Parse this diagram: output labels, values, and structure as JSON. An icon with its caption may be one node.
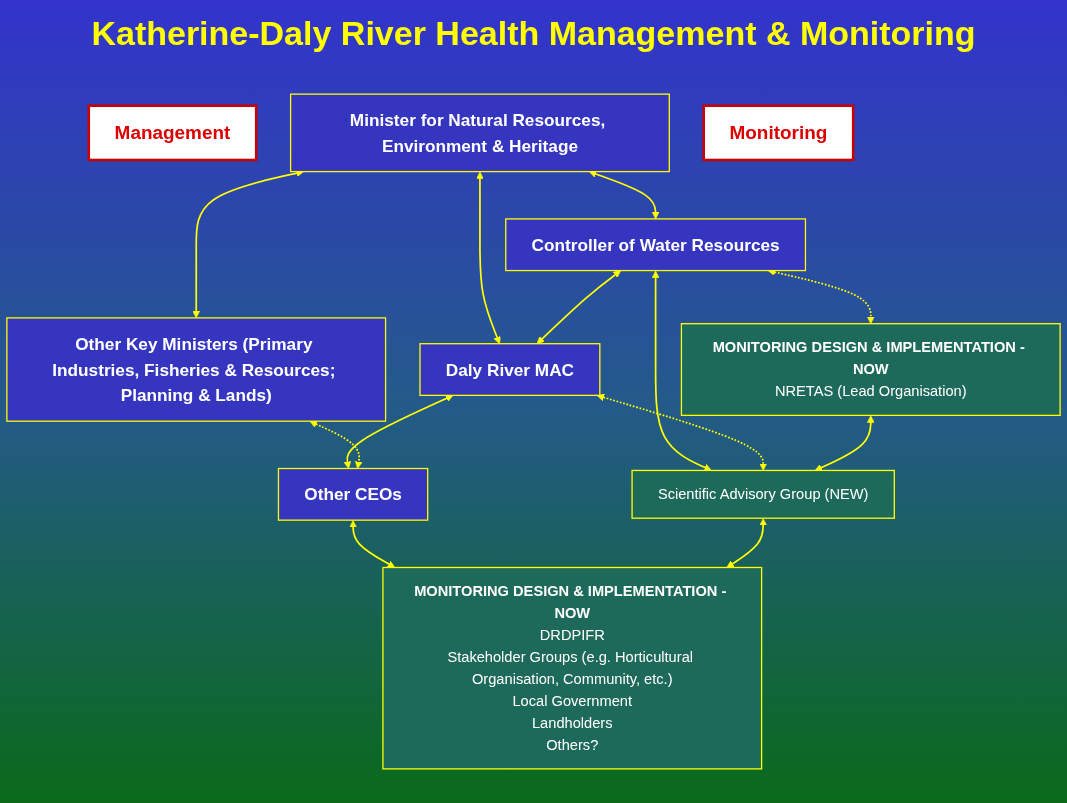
{
  "diagram": {
    "title": "Katherine-Daly River Health Management & Monitoring",
    "nodes": [
      {
        "text": [
          "Management"
        ]
      },
      {
        "text": [
          "Minister for Natural Resources, Environment & Heritage"
        ]
      },
      {
        "text": [
          "Other Key Ministers (Primary Industries, Fisheries & Resources; Planning & Lands)"
        ]
      },
      {
        "text": [
          "Controller of Water Resources"
        ]
      },
      {
        "text": [
          "Daly River MAC"
        ]
      },
      {
        "text": [
          "Other CEOs"
        ]
      },
      {
        "text": [
          "Monitoring"
        ]
      },
      {
        "text": [
          "MONITORING DESIGN & IMPLEMENTATION - NOW",
          "NRETAS (Lead Organisation)"
        ]
      },
      {
        "text": [
          "Scientific Advisory Group (NEW)"
        ]
      },
      {
        "text": [
          "MONITORING DESIGN & IMPLEMENTATION - NOW",
          "DRDPIFR",
          "Stakeholder Groups (e.g. Horticultural Organisation, Community, etc.)",
          "Local Government",
          "Landholders",
          "Others?"
        ]
      }
    ],
    "edges": [
      {
        "from": 1,
        "to": 2,
        "arrow": "both"
      },
      {
        "from": 1,
        "to": 3,
        "arrow": "both"
      },
      {
        "from": 1,
        "to": 4,
        "arrow": "both"
      },
      {
        "from": 3,
        "to": 4,
        "arrow": "both"
      },
      {
        "from": 4,
        "to": 5,
        "arrow": "both"
      },
      {
        "from": 2,
        "to": 5,
        "arrow": "both",
        "style": "dashed"
      },
      {
        "from": 3,
        "to": 7,
        "arrow": "both",
        "style": "dashed"
      },
      {
        "from": 3,
        "to": 8,
        "arrow": "both"
      },
      {
        "from": 4,
        "to": 8,
        "arrow": "both",
        "style": "dashed"
      },
      {
        "from": 5,
        "to": 9,
        "arrow": "both"
      },
      {
        "from": 7,
        "to": 8,
        "arrow": "both"
      },
      {
        "from": 8,
        "to": 9,
        "arrow": "both"
      }
    ]
  }
}
